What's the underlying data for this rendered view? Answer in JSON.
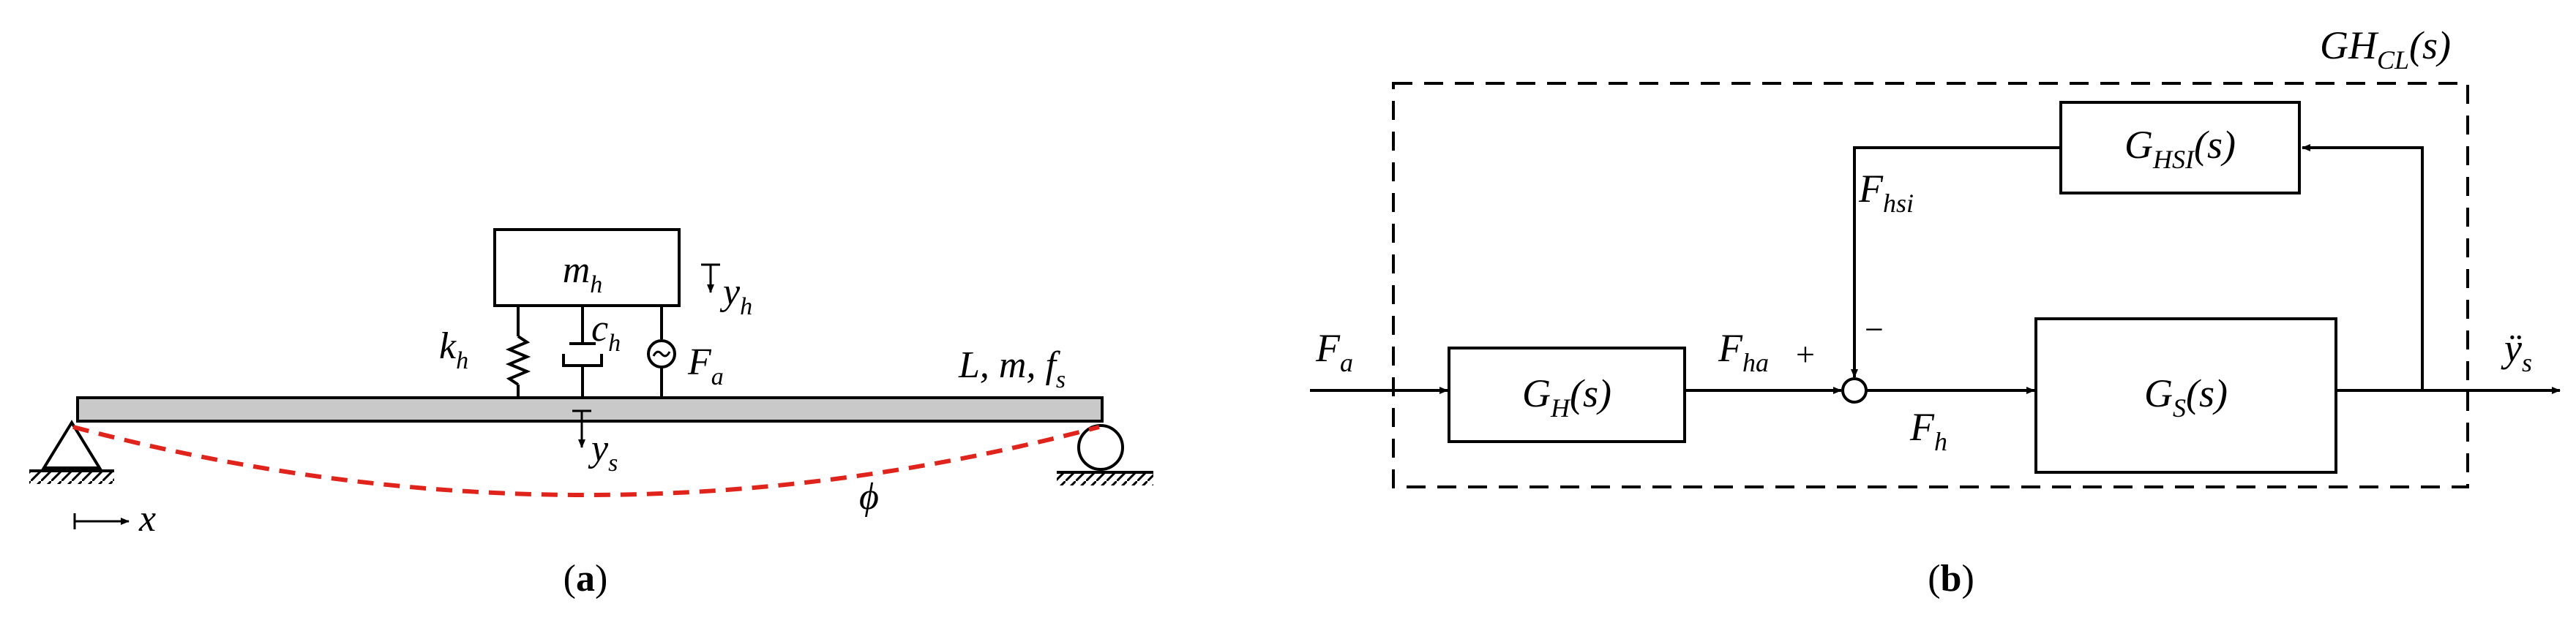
{
  "panel_a": {
    "caption": "a",
    "mass": {
      "base": "m",
      "sub": "h"
    },
    "disp_h": {
      "base": "y",
      "sub": "h"
    },
    "spring": {
      "base": "k",
      "sub": "h"
    },
    "damper": {
      "base": "c",
      "sub": "h"
    },
    "actuator": {
      "base": "F",
      "sub": "a"
    },
    "beam_props": {
      "t1": "L, m, f",
      "sub": "s"
    },
    "disp_s": {
      "base": "y",
      "sub": "s"
    },
    "mode_shape": "ϕ",
    "axis": "x"
  },
  "panel_b": {
    "caption": "b",
    "closed_loop": {
      "base": "GH",
      "sub": "CL",
      "tail": "(s)"
    },
    "block_h": {
      "base": "G",
      "sub": "H",
      "tail": "(s)"
    },
    "block_s": {
      "base": "G",
      "sub": "S",
      "tail": "(s)"
    },
    "block_hsi": {
      "base": "G",
      "sub": "HSI",
      "tail": "(s)"
    },
    "input": {
      "base": "F",
      "sub": "a"
    },
    "signal_ha": {
      "base": "F",
      "sub": "ha"
    },
    "signal_hsi": {
      "base": "F",
      "sub": "hsi"
    },
    "signal_h": {
      "base": "F",
      "sub": "h"
    },
    "output": {
      "base": "ÿ",
      "sub": "s"
    },
    "plus_sign": "+",
    "minus_sign": "−"
  }
}
